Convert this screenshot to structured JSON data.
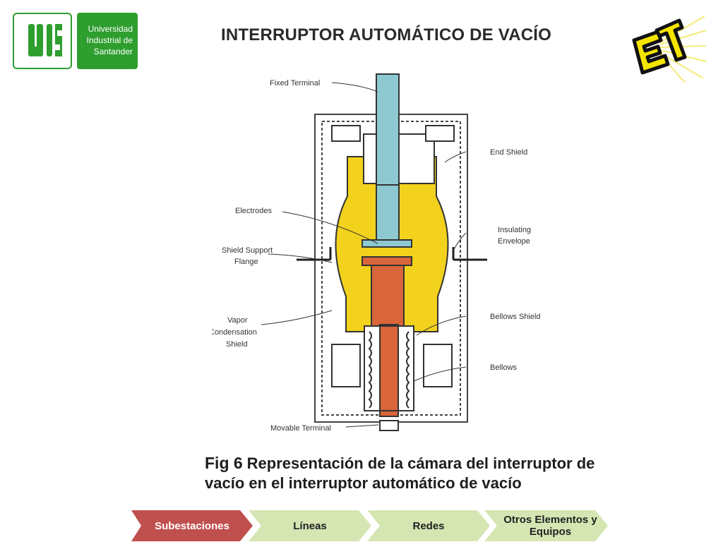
{
  "header": {
    "logo_left": {
      "lines": [
        "Universidad",
        "Industrial de",
        "Santander"
      ],
      "icon": "uis-logo-mark"
    },
    "title": "INTERRUPTOR AUTOMÁTICO DE VACÍO",
    "logo_right": {
      "icon": "et-logo"
    }
  },
  "diagram": {
    "labels": {
      "fixed_terminal": "Fixed Terminal",
      "end_shield": "End Shield",
      "electrodes": "Electrodes",
      "insulating_envelope_1": "Insulating",
      "insulating_envelope_2": "Envelope",
      "shield_support_1": "Shield Support",
      "shield_support_2": "Flange",
      "vapor_1": "Vapor",
      "vapor_2": "Condensation",
      "vapor_3": "Shield",
      "bellows_shield": "Bellows Shield",
      "bellows": "Bellows",
      "movable_terminal": "Movable Terminal"
    },
    "colors": {
      "vacuum_chamber": "#f2d21c",
      "fixed_contact": "#8ec9d2",
      "movable_contact": "#d9653b",
      "enclosure": "#444444"
    }
  },
  "caption": {
    "fig": "Fig 6",
    "text": "Representación de la cámara del interruptor de vacío en el interruptor automático de vacío"
  },
  "nav": {
    "items": [
      {
        "label": "Subestaciones",
        "active": true
      },
      {
        "label": "Líneas",
        "active": false
      },
      {
        "label": "Redes",
        "active": false
      },
      {
        "label": "Otros Elementos y Equipos",
        "active": false
      }
    ],
    "colors": {
      "active": "#c0504d",
      "inactive": "#d5e6b3"
    }
  }
}
